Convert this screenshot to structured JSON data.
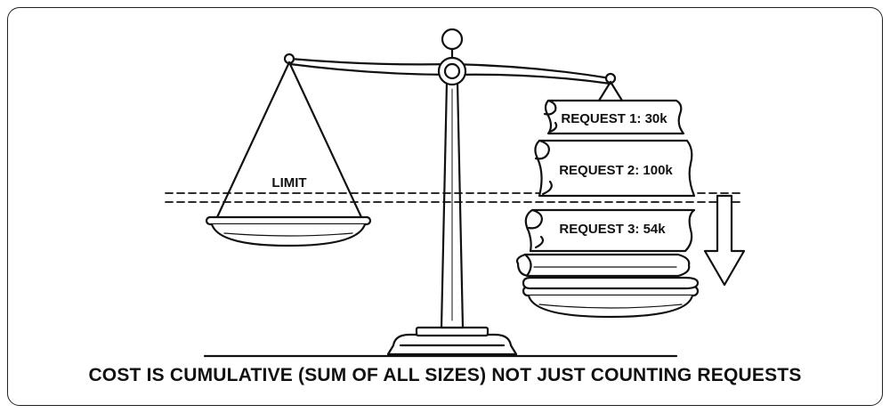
{
  "diagram": {
    "limit_label": "LIMIT",
    "requests": [
      {
        "label": "REQUEST 1: 30k"
      },
      {
        "label": "REQUEST 2: 100k"
      },
      {
        "label": "REQUEST 3: 54k"
      }
    ],
    "caption": "COST IS CUMULATIVE (SUM OF ALL SIZES) NOT JUST COUNTING REQUESTS",
    "colors": {
      "ink": "#111111",
      "background": "#ffffff"
    },
    "icons": {
      "arrow": "down-arrow-icon"
    }
  }
}
